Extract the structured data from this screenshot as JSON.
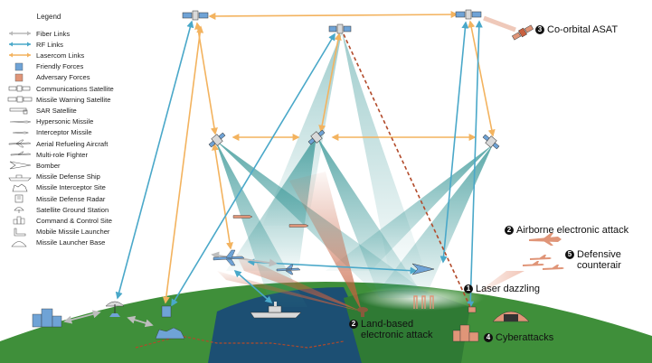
{
  "legend": {
    "title": "Legend",
    "items": [
      {
        "label": "Fiber Links",
        "icon": "fiber-link-icon"
      },
      {
        "label": "RF Links",
        "icon": "rf-link-icon"
      },
      {
        "label": "Lasercom Links",
        "icon": "lasercom-link-icon"
      },
      {
        "label": "Friendly Forces",
        "icon": "friendly-swatch-icon"
      },
      {
        "label": "Adversary Forces",
        "icon": "adversary-swatch-icon"
      },
      {
        "label": "Communications Satellite",
        "icon": "communications-satellite-icon"
      },
      {
        "label": "Missile Warning Satellite",
        "icon": "missile-warning-satellite-icon"
      },
      {
        "label": "SAR Satellite",
        "icon": "sar-satellite-icon"
      },
      {
        "label": "Hypersonic Missile",
        "icon": "hypersonic-missile-icon"
      },
      {
        "label": "Interceptor Missile",
        "icon": "interceptor-missile-icon"
      },
      {
        "label": "Aerial Refueling Aircraft",
        "icon": "refueling-aircraft-icon"
      },
      {
        "label": "Multi-role Fighter",
        "icon": "fighter-icon"
      },
      {
        "label": "Bomber",
        "icon": "bomber-icon"
      },
      {
        "label": "Missile Defense Ship",
        "icon": "ship-icon"
      },
      {
        "label": "Missile Interceptor Site",
        "icon": "interceptor-site-icon"
      },
      {
        "label": "Missile Defense Radar",
        "icon": "radar-icon"
      },
      {
        "label": "Satellite Ground Station",
        "icon": "ground-station-icon"
      },
      {
        "label": "Command & Control Site",
        "icon": "command-control-icon"
      },
      {
        "label": "Mobile Missile Launcher",
        "icon": "mobile-launcher-icon"
      },
      {
        "label": "Missile Launcher Base",
        "icon": "launcher-base-icon"
      }
    ]
  },
  "callouts": [
    {
      "num": "3",
      "text": "Co-orbital ASAT"
    },
    {
      "num": "2",
      "text": "Airborne electronic attack"
    },
    {
      "num": "5",
      "text": "Defensive",
      "text2": "counterair"
    },
    {
      "num": "1",
      "text": "Laser dazzling"
    },
    {
      "num": "2",
      "text": "Land-based",
      "text2": "electronic attack"
    },
    {
      "num": "4",
      "text": "Cyberattacks"
    }
  ],
  "colors": {
    "fiber": "#b9b9b9",
    "rf": "#4aa8c9",
    "lasercom": "#f3b35f",
    "friendly": "#6fa3d6",
    "adversary": "#e09578",
    "land": "#3f8f3a",
    "ocean": "#1c4f73",
    "attack_line": "#b24a2a"
  }
}
